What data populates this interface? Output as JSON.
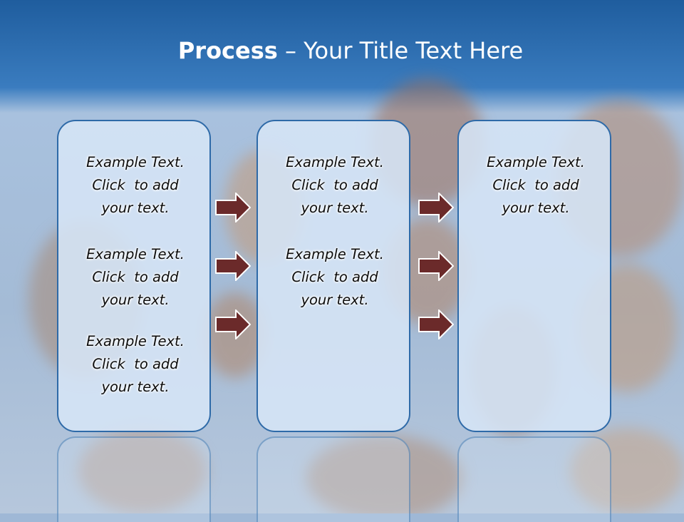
{
  "title": {
    "bold": "Process",
    "rest": " – Your Title Text Here"
  },
  "columns": [
    {
      "items": [
        "Example Text.\nClick  to add\nyour text.",
        "Example Text.\nClick  to add\nyour text.",
        "Example Text.\nClick  to add\nyour text."
      ]
    },
    {
      "items": [
        "Example Text.\nClick  to add\nyour text.",
        "Example Text.\nClick  to add\nyour text."
      ]
    },
    {
      "items": [
        "Example Text.\nClick  to add\nyour text."
      ]
    }
  ],
  "colors": {
    "header_blue": "#2a67a6",
    "box_border": "#2e6aa8",
    "box_fill": "#d6e5f6",
    "arrow_fill": "#6b2a2a",
    "arrow_stroke": "#ffffff"
  }
}
